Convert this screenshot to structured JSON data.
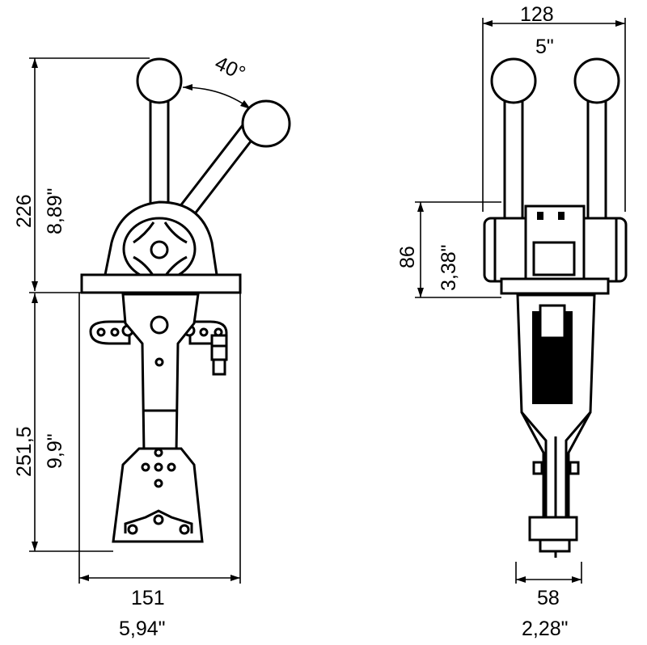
{
  "dimensions": {
    "angle": "40°",
    "front_upper_mm": "226",
    "front_upper_in": "8,89\"",
    "front_lower_mm": "251,5",
    "front_lower_in": "9,9\"",
    "front_width_mm": "151",
    "front_width_in": "5,94\"",
    "side_top_mm": "128",
    "side_top_in": "5\"",
    "side_height_mm": "86",
    "side_height_in": "3,38\"",
    "side_bottom_mm": "58",
    "side_bottom_in": "2,28\""
  }
}
